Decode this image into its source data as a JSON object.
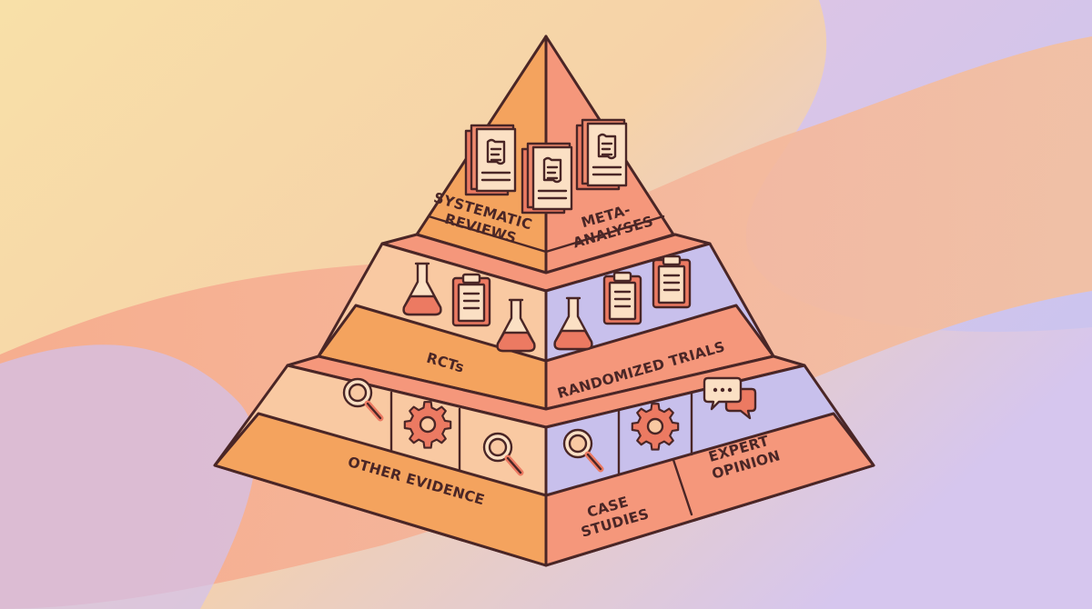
{
  "pyramid": {
    "tiers": [
      {
        "left_label": [
          "SYSTEMATIC",
          "REVIEWS"
        ],
        "right_label": [
          "META-",
          "ANALYSES"
        ],
        "icons": [
          "book-icon",
          "book-icon",
          "book-icon"
        ]
      },
      {
        "left_label": [
          "RCTs"
        ],
        "right_label": [
          "RANDOMIZED TRIALS"
        ],
        "icons": [
          "flask-icon",
          "clipboard-icon",
          "flask-icon",
          "flask-icon",
          "clipboard-icon",
          "clipboard-icon"
        ]
      },
      {
        "left_label": [
          "OTHER EVIDENCE"
        ],
        "right_labels": [
          [
            "CASE",
            "STUDIES"
          ],
          [
            "EXPERT",
            "OPINION"
          ]
        ],
        "icons": [
          "magnifier-icon",
          "gear-icon",
          "magnifier-icon",
          "magnifier-icon",
          "gear-icon",
          "speech-bubbles-icon"
        ]
      }
    ]
  },
  "colors": {
    "outline": "#4a2626",
    "orange": "#f4a35e",
    "salmon": "#f5977b",
    "peach": "#f9c9a2",
    "lavender": "#c8c0ec",
    "icon_red": "#ec7a62",
    "paper": "#fbe0c4",
    "background_yellow": "#f8dfa8",
    "background_lavender": "#d4c4f0"
  }
}
